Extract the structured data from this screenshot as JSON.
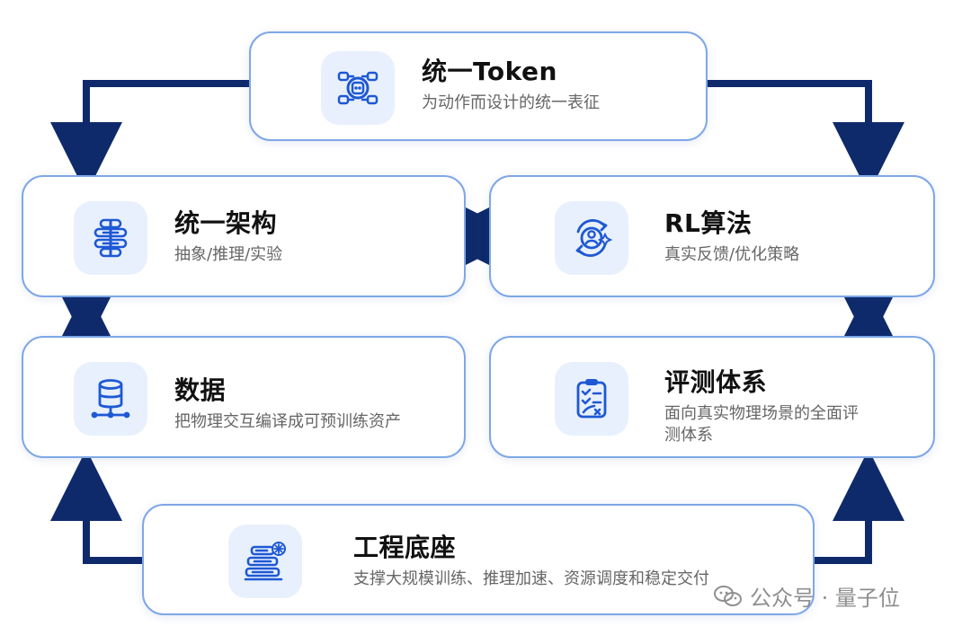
{
  "cards": {
    "token": {
      "title": "统一Token",
      "subtitle": "为动作而设计的统一表征"
    },
    "architecture": {
      "title": "统一架构",
      "subtitle": "抽象/推理/实验"
    },
    "rl": {
      "title": "RL算法",
      "subtitle": "真实反馈/优化策略"
    },
    "data": {
      "title": "数据",
      "subtitle": "把物理交互编译成可预训练资产"
    },
    "evaluation": {
      "title": "评测体系",
      "subtitle": "面向真实物理场景的全面评测体系"
    },
    "engineering": {
      "title": "工程底座",
      "subtitle": "支撑大规模训练、推理加速、资源调度和稳定交付"
    }
  },
  "watermark": {
    "text": "公众号 · 量子位"
  },
  "colors": {
    "accent": "#1e58d4",
    "connector": "#0f2a6b",
    "card_border": "#7ea7e6",
    "icon_bg": "#e8f0fd",
    "subtitle": "#666666"
  },
  "icons": {
    "token": "token-node-icon",
    "architecture": "architecture-stack-icon",
    "rl": "rl-feedback-icon",
    "data": "database-icon",
    "evaluation": "checklist-icon",
    "engineering": "server-stack-icon",
    "watermark": "wechat-icon"
  }
}
